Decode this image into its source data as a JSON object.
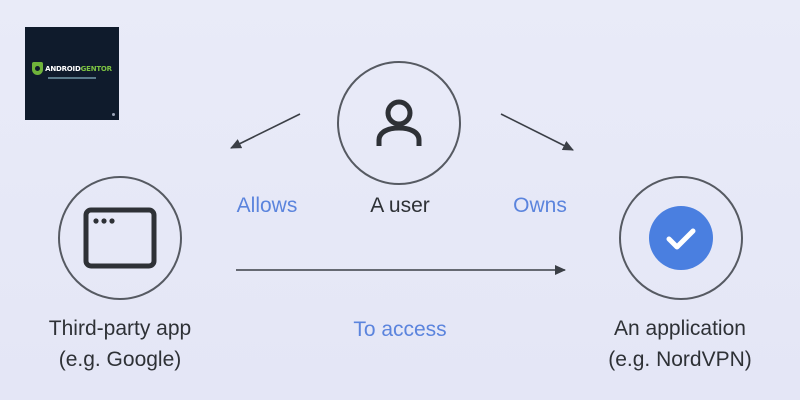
{
  "logo": {
    "brand_part1": "ANDROID",
    "brand_part2": "GENTOR"
  },
  "nodes": {
    "user": {
      "label": "A user"
    },
    "third_party": {
      "label": "Third-party app",
      "sublabel": "(e.g. Google)"
    },
    "application": {
      "label": "An application",
      "sublabel": "(e.g. NordVPN)"
    }
  },
  "edges": {
    "allows": "Allows",
    "owns": "Owns",
    "to_access": "To access"
  },
  "colors": {
    "background": "#e6e8f7",
    "outline": "#565a62",
    "text": "#2e3136",
    "accent_blue": "#5b84dd",
    "check_badge": "#4a7fe0",
    "logo_bg": "#0f1b2c",
    "logo_green": "#7cc242"
  },
  "icons": {
    "user": "person-icon",
    "third_party": "browser-window-icon",
    "application": "check-circle-icon",
    "logo": "shield-logo-icon"
  }
}
